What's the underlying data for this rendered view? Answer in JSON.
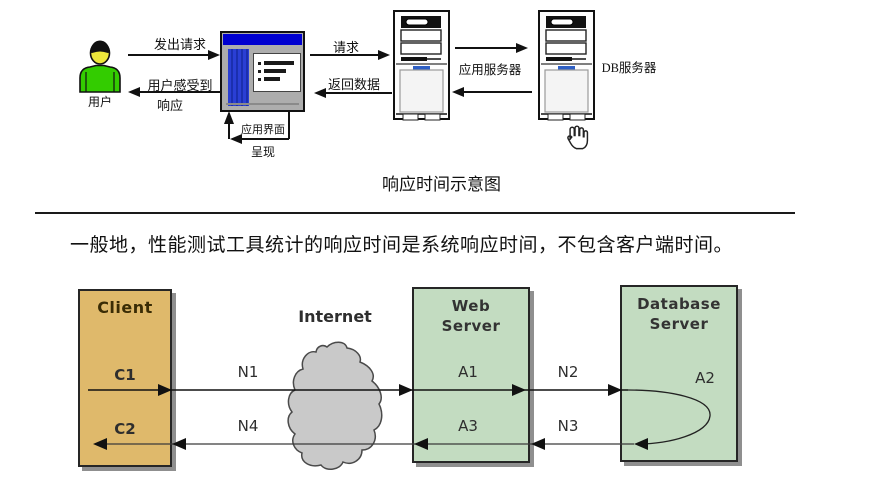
{
  "top": {
    "user_label": "用户",
    "send_request": "发出请求",
    "user_feel": "用户感受到",
    "response": "响应",
    "ui_render_line1": "应用界面",
    "ui_render_line2": "呈现",
    "request": "请求",
    "return_data": "返回数据",
    "app_server": "应用服务器",
    "db_server": "DB服务器",
    "caption": "响应时间示意图"
  },
  "note": "一般地，性能测试工具统计的响应时间是系统响应时间，不包含客户端时间。",
  "bottom": {
    "client_title": "Client",
    "internet_label": "Internet",
    "web_title_1": "Web",
    "web_title_2": "Server",
    "db_title_1": "Database",
    "db_title_2": "Server",
    "c1": "C1",
    "c2": "C2",
    "n1": "N1",
    "n2": "N2",
    "n3": "N3",
    "n4": "N4",
    "a1": "A1",
    "a2": "A2",
    "a3": "A3"
  },
  "colors": {
    "client_box": "#DFB96B",
    "server_box": "#C3DCC1",
    "cloud": "#C9C9C9",
    "window_titlebar": "#0000D0",
    "window_body": "#ADADAD",
    "user_shirt": "#33CC00",
    "user_face": "#EDE73B"
  }
}
